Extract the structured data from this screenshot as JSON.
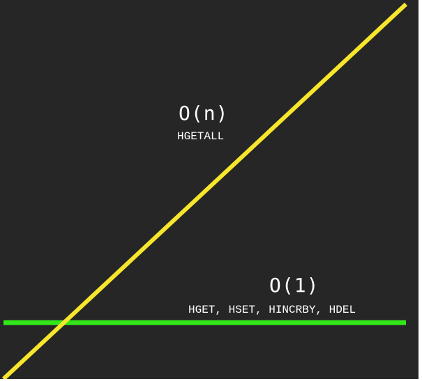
{
  "colors": {
    "background": "#262626",
    "linear": "#f7e62c",
    "constant": "#33e619",
    "text": "#ffffff"
  },
  "chart_data": {
    "type": "line",
    "xlim": [
      0,
      1
    ],
    "ylim": [
      0,
      1
    ],
    "grid": false,
    "series": [
      {
        "name": "O(n)",
        "annotation": "HGETALL",
        "color": "#f7e62c",
        "x": [
          0,
          1
        ],
        "y": [
          0,
          1
        ]
      },
      {
        "name": "O(1)",
        "annotation": "HGET, HSET, HINCRBY, HDEL",
        "color": "#33e619",
        "x": [
          0,
          1
        ],
        "y": [
          0.15,
          0.15
        ]
      }
    ]
  }
}
